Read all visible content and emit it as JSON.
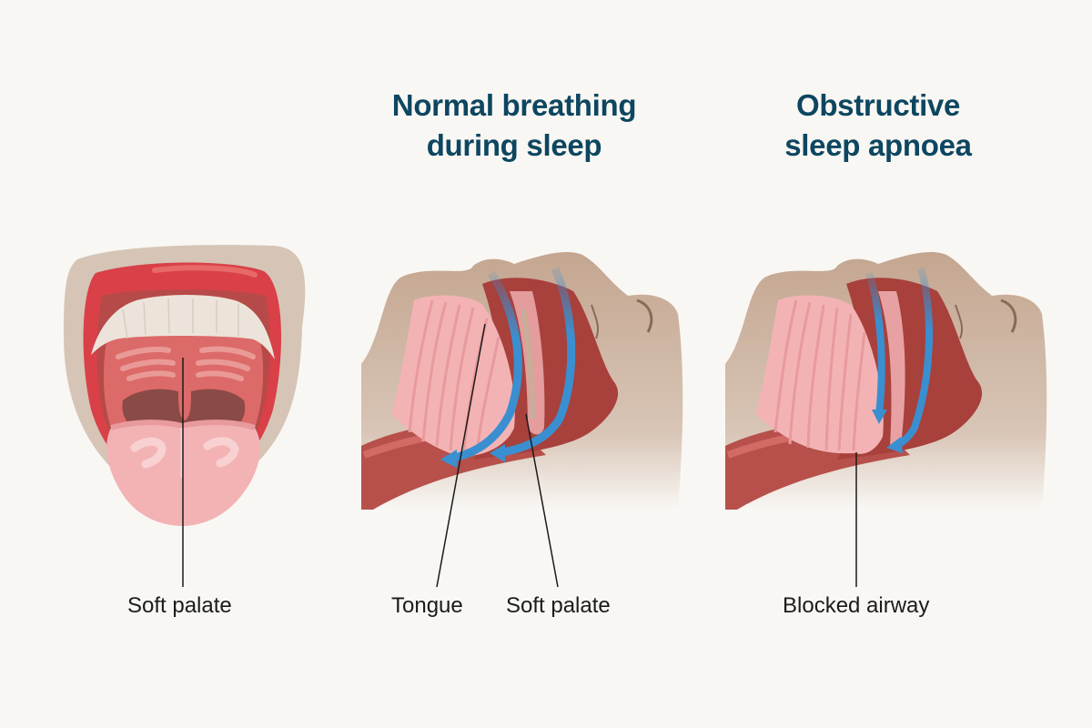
{
  "titles": {
    "normal": "Normal breathing\nduring sleep",
    "normal_line1": "Normal breathing",
    "normal_line2": "during sleep",
    "apnoea_line1": "Obstructive",
    "apnoea_line2": "sleep apnoea"
  },
  "panels": [
    {
      "id": "open-mouth",
      "labels": [
        "Soft palate"
      ]
    },
    {
      "id": "normal-breathing",
      "labels": [
        "Tongue",
        "Soft palate"
      ]
    },
    {
      "id": "obstructive-apnoea",
      "labels": [
        "Blocked airway"
      ]
    }
  ],
  "labels": {
    "mouth_soft_palate": "Soft palate",
    "normal_tongue": "Tongue",
    "normal_soft_palate": "Soft palate",
    "apnoea_blocked_airway": "Blocked airway"
  },
  "colors": {
    "background": "#f9f7f4",
    "title": "#0d4660",
    "skin": "#c9ad98",
    "lips": "#d94048",
    "tissue_dark": "#a8403c",
    "tongue_pink": "#f3b3b5",
    "airflow_arrow": "#3a8fd0",
    "teeth": "#ece4da"
  }
}
